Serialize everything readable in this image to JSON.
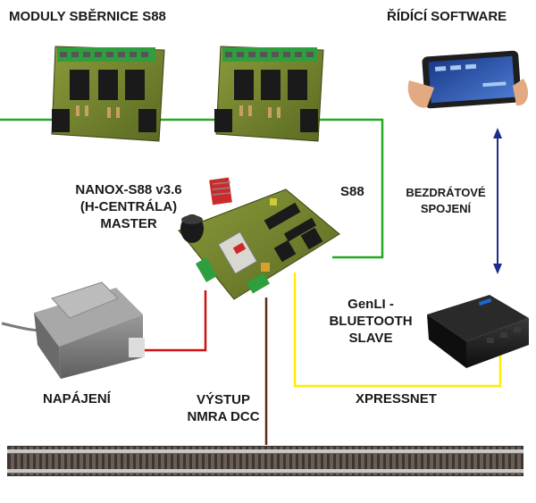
{
  "labels": {
    "s88_modules": "MODULY SBĚRNICE S88",
    "control_software": "ŘÍDÍCÍ SOFTWARE",
    "master_l1": "NANOX-S88 v3.6",
    "master_l2": "(H-CENTRÁLA)",
    "master_l3": "MASTER",
    "s88": "S88",
    "wireless_l1": "BEZDRÁTOVÉ",
    "wireless_l2": "SPOJENÍ",
    "genli_l1": "GenLI -",
    "genli_l2": "BLUETOOTH",
    "genli_l3": "SLAVE",
    "power": "NAPÁJENÍ",
    "output_l1": "VÝSTUP",
    "output_l2": "NMRA DCC",
    "xpressnet": "XPRESSNET"
  },
  "colors": {
    "s88_bus": "#22aa22",
    "xpressnet_bus": "#ffee00",
    "power_line": "#cc1111",
    "dcc_line": "#5a2e16",
    "wireless_arrow": "#1a2e8a",
    "pcb": "#6b7a2a",
    "connector": "#2e9e3e"
  },
  "icons": {
    "tablet": "tablet-icon",
    "transformer": "transformer-icon",
    "genli_box": "bluetooth-box-icon",
    "track": "rail-track-icon"
  }
}
